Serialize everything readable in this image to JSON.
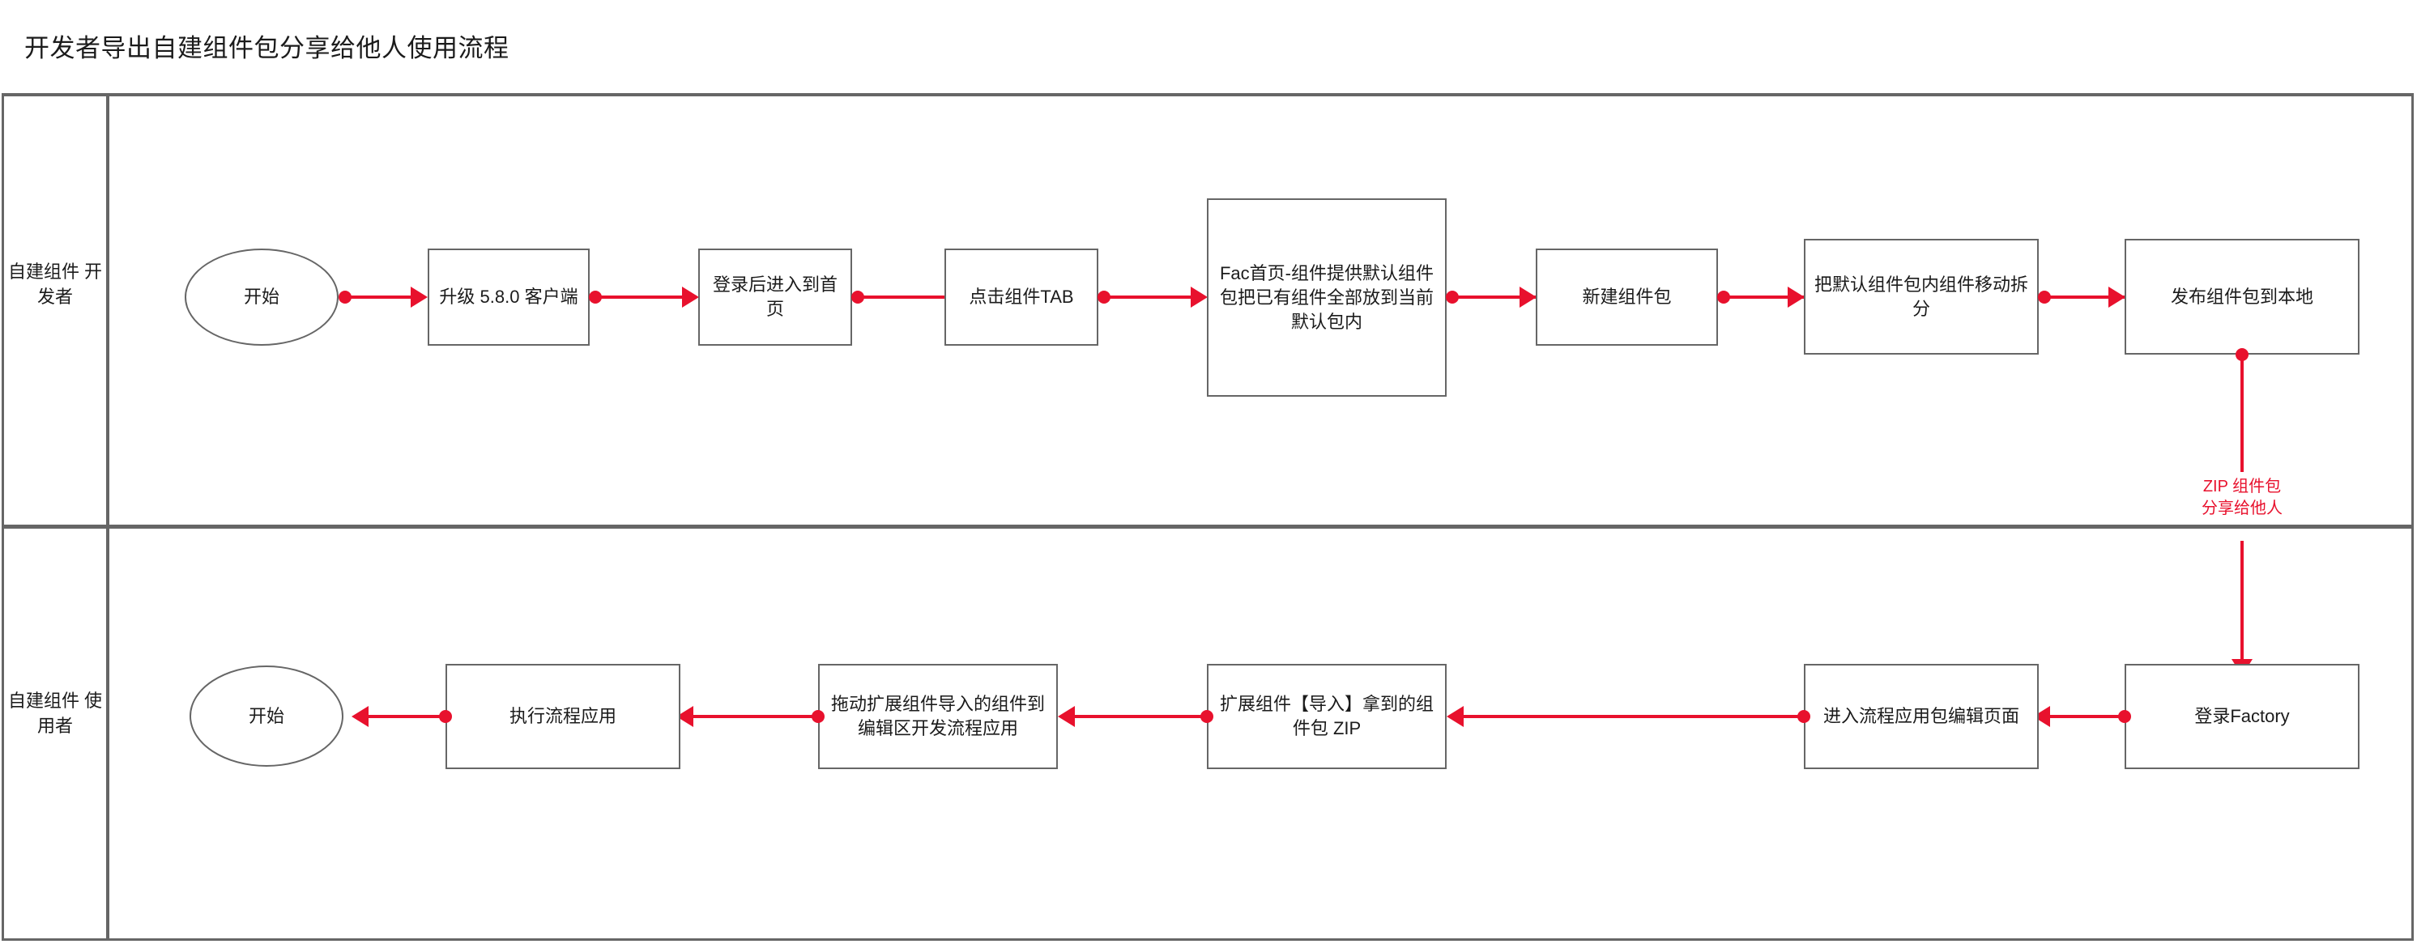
{
  "diagram": {
    "title": "开发者导出自建组件包分享给他人使用流程",
    "accent_color": "#e8112d",
    "line_color": "#666666",
    "text_color": "#1b1b1b"
  },
  "lanes": [
    {
      "id": "developer",
      "label": "自建组件\n开发者"
    },
    {
      "id": "consumer",
      "label": "自建组件\n使用者"
    }
  ],
  "nodes": {
    "dev_start": "开始",
    "dev_upgrade": "升级 5.8.0 客户端",
    "dev_login_home": "登录后进入到首页",
    "dev_click_tab": "点击组件TAB",
    "dev_default_pack": "Fac首页-组件提供默认组件包把已有组件全部放到当前默认包内",
    "dev_new_pack": "新建组件包",
    "dev_split": "把默认组件包内组件移动拆分",
    "dev_publish": "发布组件包到本地",
    "use_login_factory": "登录Factory",
    "use_edit_page": "进入流程应用包编辑页面",
    "use_import_zip": "扩展组件【导入】拿到的组件包 ZIP",
    "use_drag": "拖动扩展组件导入的组件到编辑区开发流程应用",
    "use_run": "执行流程应用",
    "use_start": "开始"
  },
  "edges": {
    "zip_share_label": "ZIP 组件包\n分享给他人"
  }
}
